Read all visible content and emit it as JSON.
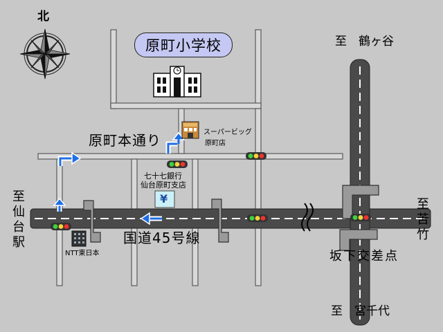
{
  "map": {
    "north_label": "北",
    "school_name": "原町小学校",
    "street_honcho": "原町本通り",
    "supermarket_name": "スーパービッグ",
    "supermarket_branch": "原町店",
    "bank_name": "七十七銀行",
    "bank_branch": "仙台原町支店",
    "bank_symbol": "¥",
    "route45": "国道45号線",
    "ntt": "NTT東日本",
    "intersection": "坂下交差点",
    "to_tsurugaya": "至　鶴ヶ谷",
    "to_miyachiyo": "至　宮千代",
    "to_sendai": "至仙台駅",
    "to_nigatake": "至苦竹"
  },
  "colors": {
    "background": "#c8c8c8",
    "road_edge": "#5a5a5a",
    "road_fill": "#d8d8d8",
    "highway_fill": "#4a4a4a",
    "arrow_blue": "#1e6ee8",
    "school_pill": "#c4c8f2"
  }
}
